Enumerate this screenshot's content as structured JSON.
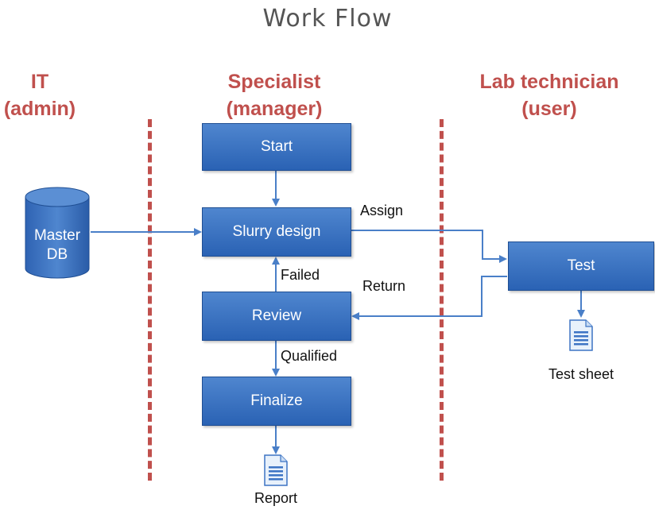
{
  "title": "Work Flow",
  "roles": {
    "it": [
      "IT",
      "(admin)"
    ],
    "specialist": [
      "Specialist",
      "(manager)"
    ],
    "lab": [
      "Lab technician",
      "(user)"
    ]
  },
  "nodes": {
    "start": "Start",
    "slurry_design": "Slurry design",
    "review": "Review",
    "finalize": "Finalize",
    "test": "Test",
    "master_db": [
      "Master",
      "DB"
    ]
  },
  "edges": {
    "assign": "Assign",
    "return": "Return",
    "failed": "Failed",
    "qualified": "Qualified"
  },
  "documents": {
    "test_sheet": "Test sheet",
    "report": "Report"
  },
  "colors": {
    "box_top": "#4f86cf",
    "box_bottom": "#2a62b4",
    "role_text": "#c0504d",
    "divider": "#c0504d",
    "arrow": "#4a7fc8"
  }
}
